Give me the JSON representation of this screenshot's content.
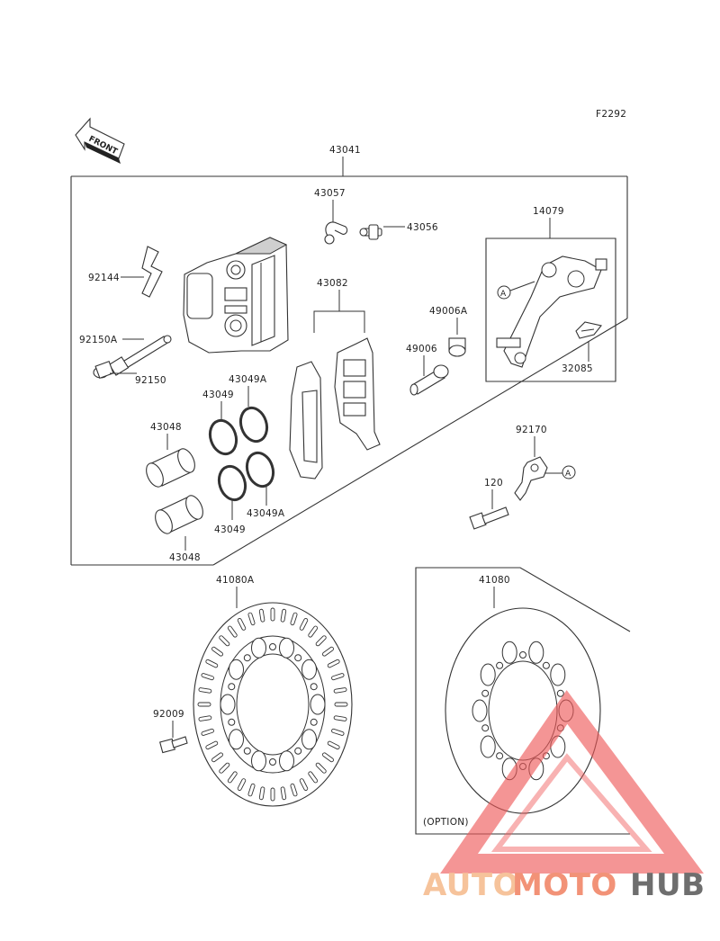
{
  "figure_code": "F2292",
  "front_arrow": "FRONT",
  "labels": {
    "p43041": "43041",
    "p43057": "43057",
    "p43056": "43056",
    "p14079": "14079",
    "p92144": "92144",
    "p43082": "43082",
    "p49006A": "49006A",
    "p92150A": "92150A",
    "p49006": "49006",
    "p92150": "92150",
    "p43049A_top": "43049A",
    "p43049_top": "43049",
    "p32085": "32085",
    "p43048_top": "43048",
    "p92170": "92170",
    "ref_a1": "A",
    "ref_a2": "A",
    "p120": "120",
    "p43049A_bot": "43049A",
    "p43049_bot": "43049",
    "p43048_bot": "43048",
    "p41080A": "41080A",
    "p41080": "41080",
    "p92009": "92009",
    "option": "(OPTION)"
  },
  "watermark": {
    "auto": "AUTO",
    "moto": "MOTO",
    "hub": "HUB",
    "color_light": "#f5b98a",
    "color_mid": "#f08060",
    "color_dark": "#555555",
    "triangle_color": "#ee5a5a"
  }
}
